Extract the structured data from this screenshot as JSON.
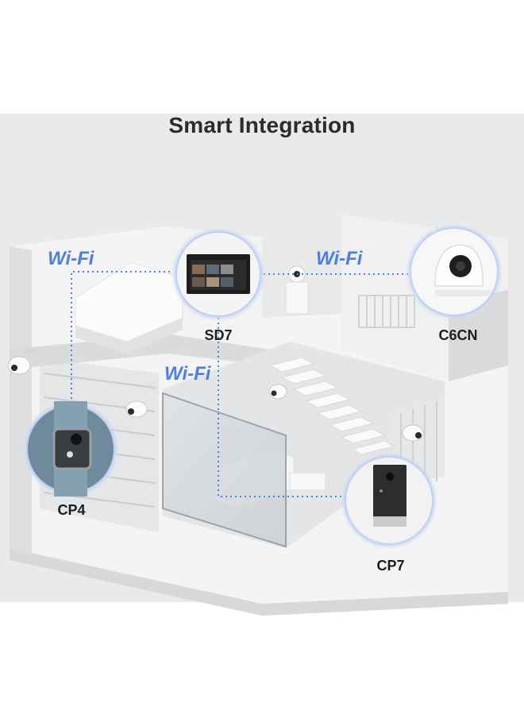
{
  "title": "Smart Integration",
  "wifi_labels": [
    "Wi-Fi",
    "Wi-Fi",
    "Wi-Fi"
  ],
  "devices": [
    {
      "id": "sd7",
      "label": "SD7",
      "kind": "display"
    },
    {
      "id": "c6cn",
      "label": "C6CN",
      "kind": "camera"
    },
    {
      "id": "cp4",
      "label": "CP4",
      "kind": "peephole"
    },
    {
      "id": "cp7",
      "label": "CP7",
      "kind": "doorbell"
    }
  ],
  "colors": {
    "accent": "#4b7fe6",
    "halo": "#c9d8f5",
    "background": "#e9eaeb"
  }
}
